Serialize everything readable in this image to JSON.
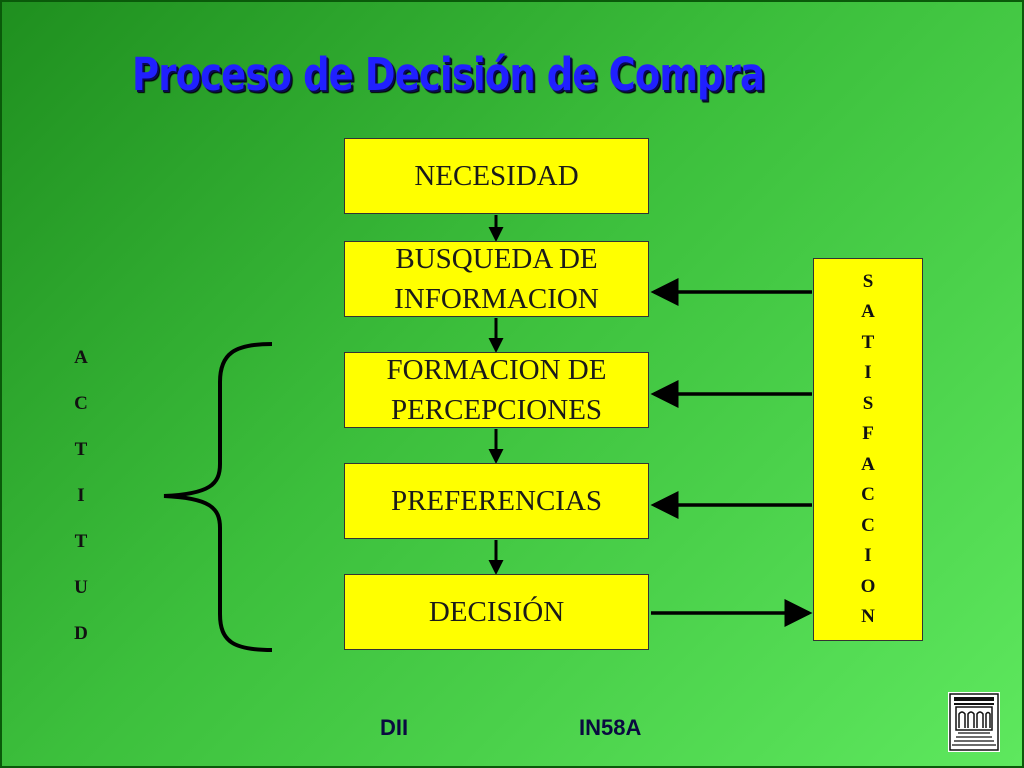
{
  "title": "Proceso de Decisión de Compra",
  "steps": [
    {
      "label": "NECESIDAD"
    },
    {
      "label": "BUSQUEDA DE INFORMACION"
    },
    {
      "label": "FORMACION DE PERCEPCIONES"
    },
    {
      "label": "PREFERENCIAS"
    },
    {
      "label": "DECISIÓN"
    }
  ],
  "satisfaccion": [
    "S",
    "A",
    "T",
    "I",
    "S",
    "F",
    "A",
    "C",
    "C",
    "I",
    "O",
    "N"
  ],
  "actitud": [
    "A",
    "C",
    "T",
    "I",
    "T",
    "U",
    "D"
  ],
  "footer": {
    "left": "DII",
    "right": "IN58A"
  },
  "colors": {
    "box": "#ffff00",
    "title": "#2020ff",
    "arrow": "#000000"
  },
  "icons": {
    "logo": "building-logo-icon"
  }
}
